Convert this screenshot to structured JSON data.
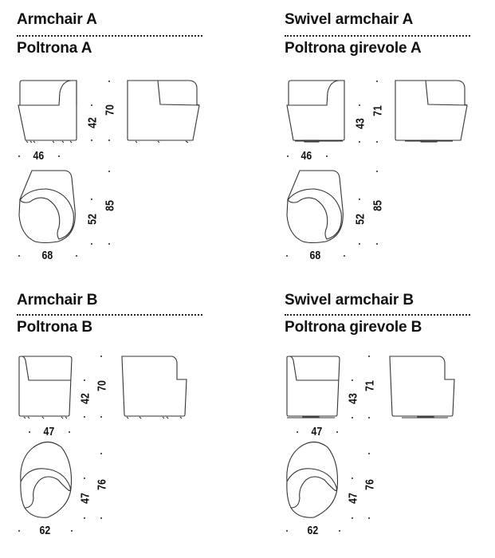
{
  "sections": [
    {
      "id": "armchair-a",
      "title_en": "Armchair A",
      "title_it": "Poltrona A",
      "dims": {
        "width_front": "46",
        "seat_height": "42",
        "total_height": "70",
        "width_top": "68",
        "depth_seat": "52",
        "depth_total": "85"
      }
    },
    {
      "id": "swivel-armchair-a",
      "title_en": "Swivel armchair A",
      "title_it": "Poltrona girevole A",
      "dims": {
        "width_front": "46",
        "seat_height": "43",
        "total_height": "71",
        "width_top": "68",
        "depth_seat": "52",
        "depth_total": "85"
      }
    },
    {
      "id": "armchair-b",
      "title_en": "Armchair B",
      "title_it": "Poltrona B",
      "dims": {
        "width_front": "47",
        "seat_height": "42",
        "total_height": "70",
        "width_top": "62",
        "depth_seat": "47",
        "depth_total": "76"
      }
    },
    {
      "id": "swivel-armchair-b",
      "title_en": "Swivel armchair B",
      "title_it": "Poltrona girevole B",
      "dims": {
        "width_front": "47",
        "seat_height": "43",
        "total_height": "71",
        "width_top": "62",
        "depth_seat": "47",
        "depth_total": "76"
      }
    }
  ],
  "colors": {
    "line": "#333333",
    "text": "#111111",
    "background": "#ffffff"
  }
}
